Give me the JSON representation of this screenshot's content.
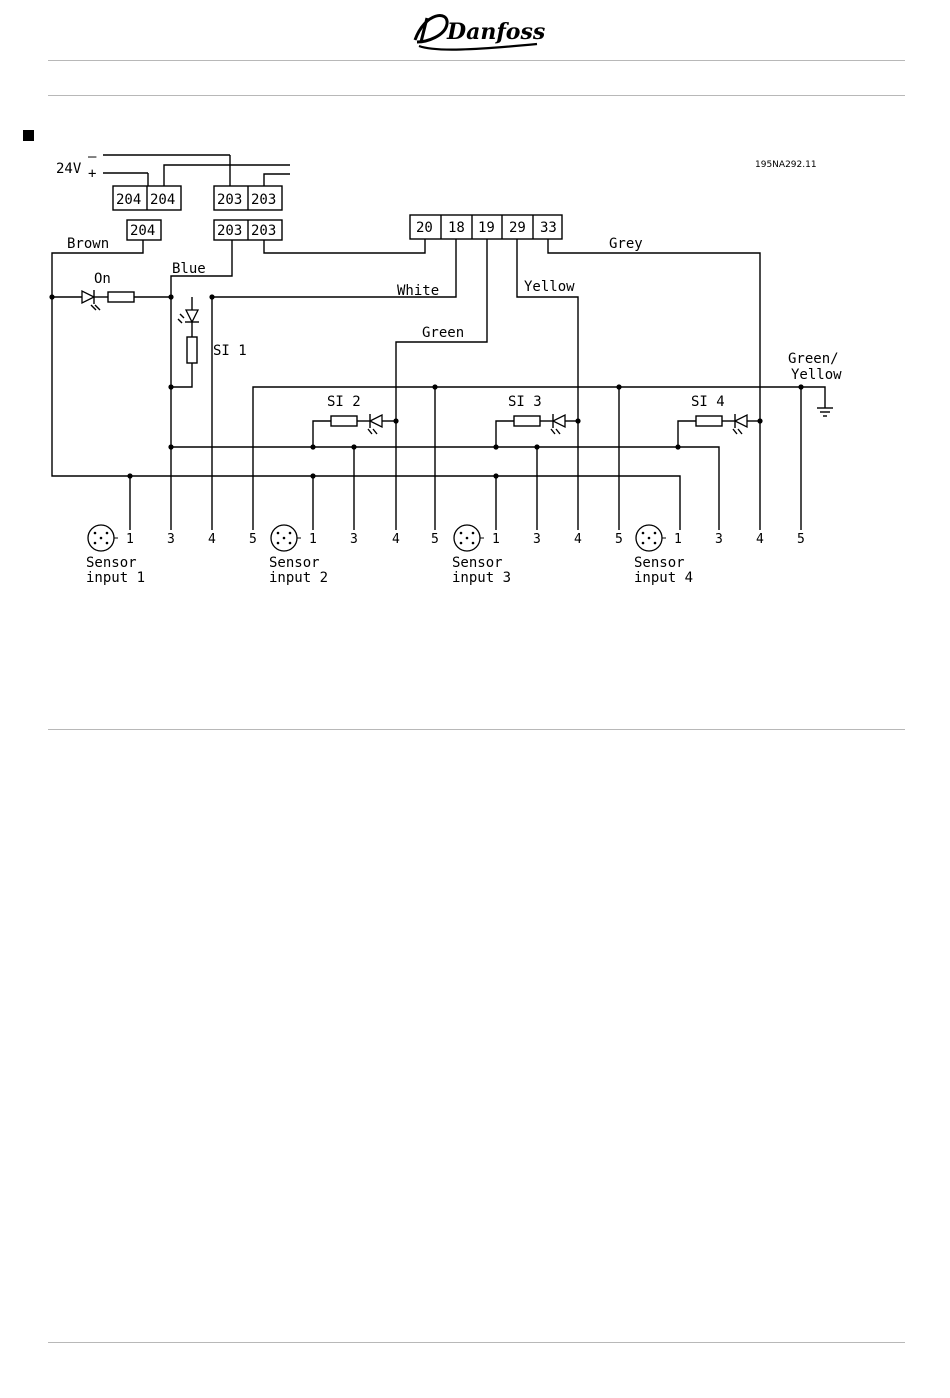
{
  "logo": "Danfoss",
  "figure_ref": "195NA292.11",
  "supply": {
    "voltage": "24V",
    "minus": "–",
    "plus": "+"
  },
  "terminals": {
    "top_left": [
      "204",
      "204"
    ],
    "top_right": [
      "203",
      "203"
    ],
    "lower_left": [
      "204"
    ],
    "lower_right": [
      "203",
      "203"
    ],
    "control": [
      "20",
      "18",
      "19",
      "29",
      "33"
    ]
  },
  "wire_labels": {
    "brown": "Brown",
    "blue": "Blue",
    "white": "White",
    "green": "Green",
    "yellow": "Yellow",
    "grey": "Grey",
    "green_yellow": [
      "Green/",
      "Yellow"
    ]
  },
  "indicators": {
    "on": "On",
    "si1": "SI 1",
    "si2": "SI 2",
    "si3": "SI 3",
    "si4": "SI 4"
  },
  "pin_labels": [
    "1",
    "3",
    "4",
    "5"
  ],
  "sensors": [
    {
      "line1": "Sensor",
      "line2": "input 1"
    },
    {
      "line1": "Sensor",
      "line2": "input 2"
    },
    {
      "line1": "Sensor",
      "line2": "input 3"
    },
    {
      "line1": "Sensor",
      "line2": "input 4"
    }
  ]
}
